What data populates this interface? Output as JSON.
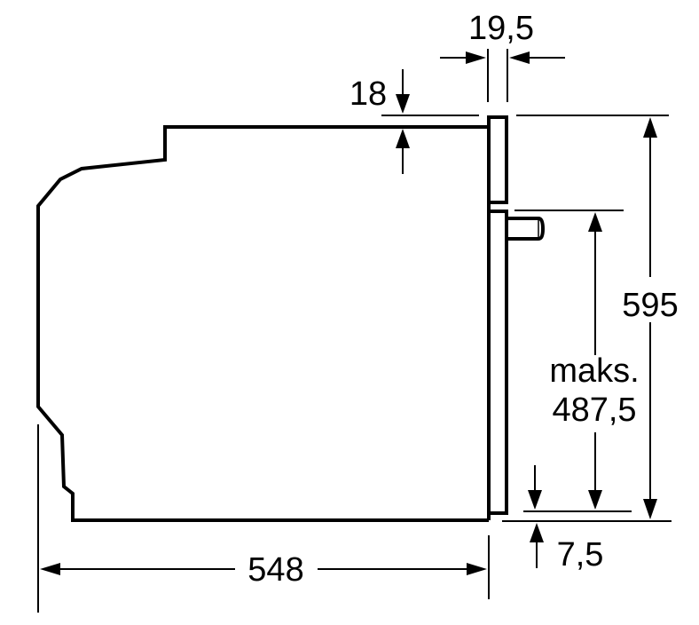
{
  "diagram": {
    "type": "technical-dimension-drawing",
    "subject": "built-in oven side view",
    "colors": {
      "line": "#000000",
      "background": "#ffffff"
    },
    "dimensions": {
      "door_thickness": {
        "label": "19,5",
        "unit": "mm"
      },
      "top_gap": {
        "label": "18",
        "unit": "mm"
      },
      "total_height": {
        "label": "595",
        "unit": "mm"
      },
      "max_height_label": {
        "line1": "maks.",
        "line2": "487,5"
      },
      "bottom_offset": {
        "label": "7,5",
        "unit": "mm"
      },
      "depth": {
        "label": "548",
        "unit": "mm"
      }
    }
  }
}
